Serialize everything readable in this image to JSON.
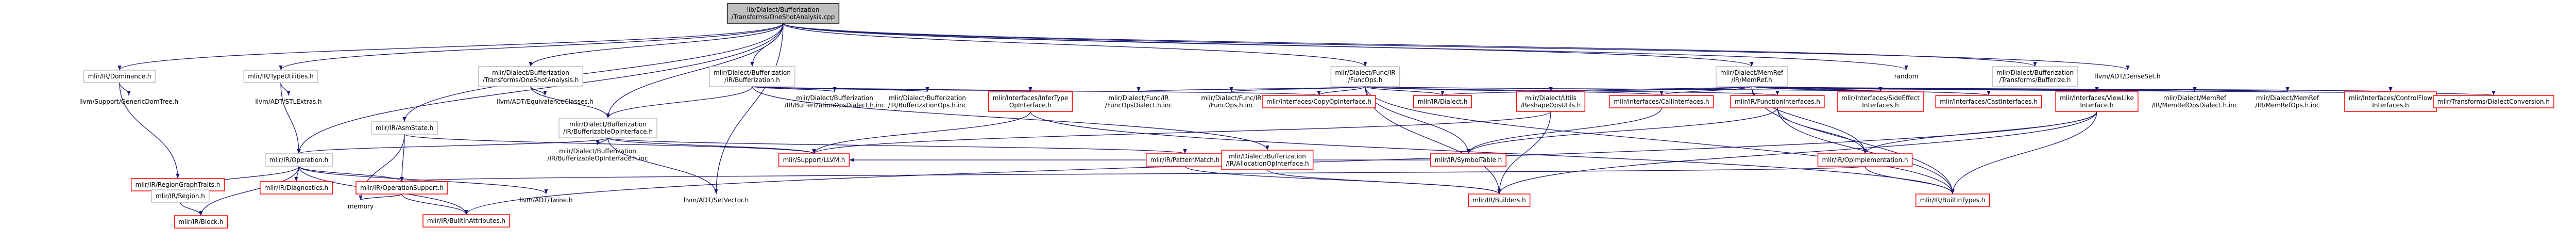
{
  "graph": {
    "root": "n0",
    "colors": {
      "edge": "#191970",
      "node_border": "#bfbfbf",
      "node_missing_border": "#ff0000",
      "root_fill": "#bfbfbf"
    },
    "nodes": [
      {
        "id": "n0",
        "lines": [
          "lib/Dialect/Bufferization",
          "/Transforms/OneShotAnalysis.cpp"
        ],
        "style": "root"
      },
      {
        "id": "n1",
        "lines": [
          "mlir/IR/Dominance.h"
        ],
        "style": "normal"
      },
      {
        "id": "n2",
        "lines": [
          "mlir/IR/RegionGraphTraits.h"
        ],
        "style": "red"
      },
      {
        "id": "n3",
        "lines": [
          "llvm/Support/GenericDomTree.h"
        ],
        "style": "plain"
      },
      {
        "id": "n4",
        "lines": [
          "mlir/IR/TypeUtilities.h"
        ],
        "style": "normal"
      },
      {
        "id": "n5",
        "lines": [
          "llvm/ADT/STLExtras.h"
        ],
        "style": "plain"
      },
      {
        "id": "n6",
        "lines": [
          "mlir/Dialect/Bufferization",
          "/Transforms/OneShotAnalysis.h"
        ],
        "style": "normal"
      },
      {
        "id": "n7",
        "lines": [
          "mlir/Dialect/Bufferization",
          "/IR/Bufferization.h"
        ],
        "style": "normal"
      },
      {
        "id": "n8",
        "lines": [
          "mlir/IR/AsmState.h"
        ],
        "style": "normal"
      },
      {
        "id": "n9",
        "lines": [
          "llvm/ADT/EquivalenceClasses.h"
        ],
        "style": "plain"
      },
      {
        "id": "n10",
        "lines": [
          "mlir/Dialect/Bufferization",
          "/IR/BufferizableOpInterface.h"
        ],
        "style": "normal"
      },
      {
        "id": "n11",
        "lines": [
          "mlir/Dialect/Bufferization",
          "/IR/BufferizationOpsDialect.h.inc"
        ],
        "style": "plain"
      },
      {
        "id": "n12",
        "lines": [
          "mlir/Dialect/Bufferization",
          "/IR/BufferizationOps.h.inc"
        ],
        "style": "plain"
      },
      {
        "id": "n13",
        "lines": [
          "mlir/Interfaces/InferType",
          "OpInterface.h"
        ],
        "style": "red"
      },
      {
        "id": "n14",
        "lines": [
          "mlir/Dialect/Func/IR",
          "/FuncOps.h"
        ],
        "style": "normal"
      },
      {
        "id": "n15",
        "lines": [
          "mlir/Dialect/Func/IR",
          "/FuncOpsDialect.h.inc"
        ],
        "style": "plain"
      },
      {
        "id": "n16",
        "lines": [
          "mlir/Dialect/Func/IR",
          "/FuncOps.h.inc"
        ],
        "style": "plain"
      },
      {
        "id": "n17",
        "lines": [
          "mlir/Interfaces/CopyOpInterface.h"
        ],
        "style": "red"
      },
      {
        "id": "n18",
        "lines": [
          "mlir/IR/Dialect.h"
        ],
        "style": "red"
      },
      {
        "id": "n19",
        "lines": [
          "mlir/Dialect/Utils",
          "/ReshapeOpsUtils.h"
        ],
        "style": "red"
      },
      {
        "id": "n20",
        "lines": [
          "mlir/Dialect/MemRef",
          "/IR/MemRef.h"
        ],
        "style": "normal"
      },
      {
        "id": "n21",
        "lines": [
          "mlir/Interfaces/CallInterfaces.h"
        ],
        "style": "red"
      },
      {
        "id": "n22",
        "lines": [
          "mlir/IR/FunctionInterfaces.h"
        ],
        "style": "red"
      },
      {
        "id": "n23",
        "lines": [
          "mlir/Interfaces/SideEffect",
          "Interfaces.h"
        ],
        "style": "red"
      },
      {
        "id": "n24",
        "lines": [
          "mlir/Interfaces/CastInterfaces.h"
        ],
        "style": "red"
      },
      {
        "id": "n25",
        "lines": [
          "mlir/Interfaces/ViewLike",
          "Interface.h"
        ],
        "style": "red"
      },
      {
        "id": "n26",
        "lines": [
          "mlir/Dialect/MemRef",
          "/IR/MemRefOpsDialect.h.inc"
        ],
        "style": "plain"
      },
      {
        "id": "n27",
        "lines": [
          "mlir/Dialect/MemRef",
          "/IR/MemRefOps.h.inc"
        ],
        "style": "plain"
      },
      {
        "id": "n28",
        "lines": [
          "mlir/Interfaces/ControlFlow",
          "Interfaces.h"
        ],
        "style": "red"
      },
      {
        "id": "n29",
        "lines": [
          "mlir/Transforms/DialectConversion.h"
        ],
        "style": "red"
      },
      {
        "id": "n30",
        "lines": [
          "random"
        ],
        "style": "plain"
      },
      {
        "id": "n31",
        "lines": [
          "mlir/Dialect/Bufferization",
          "/Transforms/Bufferize.h"
        ],
        "style": "normal"
      },
      {
        "id": "n32",
        "lines": [
          "llvm/ADT/DenseSet.h"
        ],
        "style": "plain"
      },
      {
        "id": "n33",
        "lines": [
          "mlir/IR/Operation.h"
        ],
        "style": "normal"
      },
      {
        "id": "n34",
        "lines": [
          "mlir/IR/Region.h"
        ],
        "style": "normal"
      },
      {
        "id": "n35",
        "lines": [
          "mlir/IR/Block.h"
        ],
        "style": "red"
      },
      {
        "id": "n36",
        "lines": [
          "mlir/IR/Diagnostics.h"
        ],
        "style": "red"
      },
      {
        "id": "n37",
        "lines": [
          "mlir/IR/OperationSupport.h"
        ],
        "style": "red"
      },
      {
        "id": "n38",
        "lines": [
          "memory"
        ],
        "style": "plain"
      },
      {
        "id": "n39",
        "lines": [
          "mlir/IR/BuiltinAttributes.h"
        ],
        "style": "red"
      },
      {
        "id": "n40",
        "lines": [
          "llvm/ADT/Twine.h"
        ],
        "style": "plain"
      },
      {
        "id": "n41",
        "lines": [
          "mlir/Support/LLVM.h"
        ],
        "style": "red"
      },
      {
        "id": "n42",
        "lines": [
          "mlir/Dialect/Bufferization",
          "/IR/BufferizableOpInterface.h.inc"
        ],
        "style": "plain"
      },
      {
        "id": "n43",
        "lines": [
          "llvm/ADT/SetVector.h"
        ],
        "style": "plain"
      },
      {
        "id": "n44",
        "lines": [
          "mlir/IR/PatternMatch.h"
        ],
        "style": "red"
      },
      {
        "id": "n45",
        "lines": [
          "mlir/Dialect/Bufferization",
          "/IR/AllocationOpInterface.h"
        ],
        "style": "red"
      },
      {
        "id": "n46",
        "lines": [
          "mlir/IR/SymbolTable.h"
        ],
        "style": "red"
      },
      {
        "id": "n47",
        "lines": [
          "mlir/IR/OpImplementation.h"
        ],
        "style": "red"
      },
      {
        "id": "n48",
        "lines": [
          "mlir/IR/Builders.h"
        ],
        "style": "red"
      },
      {
        "id": "n49",
        "lines": [
          "mlir/IR/BuiltinTypes.h"
        ],
        "style": "red"
      }
    ],
    "edges": [
      [
        "n0",
        "n1"
      ],
      [
        "n0",
        "n4"
      ],
      [
        "n0",
        "n6"
      ],
      [
        "n0",
        "n7"
      ],
      [
        "n0",
        "n8"
      ],
      [
        "n0",
        "n33"
      ],
      [
        "n0",
        "n14"
      ],
      [
        "n0",
        "n20"
      ],
      [
        "n0",
        "n30"
      ],
      [
        "n0",
        "n31"
      ],
      [
        "n0",
        "n32"
      ],
      [
        "n0",
        "n43"
      ],
      [
        "n0",
        "n10"
      ],
      [
        "n1",
        "n2"
      ],
      [
        "n1",
        "n3"
      ],
      [
        "n2",
        "n34"
      ],
      [
        "n4",
        "n5"
      ],
      [
        "n4",
        "n33"
      ],
      [
        "n6",
        "n9"
      ],
      [
        "n6",
        "n10"
      ],
      [
        "n7",
        "n10"
      ],
      [
        "n7",
        "n11"
      ],
      [
        "n7",
        "n12"
      ],
      [
        "n7",
        "n13"
      ],
      [
        "n7",
        "n45"
      ],
      [
        "n7",
        "n17"
      ],
      [
        "n8",
        "n37"
      ],
      [
        "n8",
        "n41"
      ],
      [
        "n8",
        "n38"
      ],
      [
        "n10",
        "n33"
      ],
      [
        "n10",
        "n42"
      ],
      [
        "n10",
        "n43"
      ],
      [
        "n10",
        "n44"
      ],
      [
        "n10",
        "n41"
      ],
      [
        "n13",
        "n41"
      ],
      [
        "n13",
        "n49"
      ],
      [
        "n14",
        "n15"
      ],
      [
        "n14",
        "n16"
      ],
      [
        "n14",
        "n17"
      ],
      [
        "n14",
        "n18"
      ],
      [
        "n14",
        "n21"
      ],
      [
        "n14",
        "n22"
      ],
      [
        "n14",
        "n23"
      ],
      [
        "n14",
        "n46"
      ],
      [
        "n14",
        "n48"
      ],
      [
        "n14",
        "n49"
      ],
      [
        "n20",
        "n19"
      ],
      [
        "n20",
        "n18"
      ],
      [
        "n20",
        "n21"
      ],
      [
        "n20",
        "n24"
      ],
      [
        "n20",
        "n23"
      ],
      [
        "n20",
        "n25"
      ],
      [
        "n20",
        "n26"
      ],
      [
        "n20",
        "n27"
      ],
      [
        "n20",
        "n28"
      ],
      [
        "n20",
        "n29"
      ],
      [
        "n20",
        "n47"
      ],
      [
        "n20",
        "n49"
      ],
      [
        "n19",
        "n41"
      ],
      [
        "n19",
        "n48"
      ],
      [
        "n21",
        "n46"
      ],
      [
        "n22",
        "n46"
      ],
      [
        "n22",
        "n47"
      ],
      [
        "n22",
        "n49"
      ],
      [
        "n25",
        "n47"
      ],
      [
        "n25",
        "n48"
      ],
      [
        "n25",
        "n49"
      ],
      [
        "n25",
        "n39"
      ],
      [
        "n33",
        "n34"
      ],
      [
        "n33",
        "n35"
      ],
      [
        "n33",
        "n36"
      ],
      [
        "n33",
        "n37"
      ],
      [
        "n33",
        "n39"
      ],
      [
        "n33",
        "n40"
      ],
      [
        "n34",
        "n35"
      ],
      [
        "n37",
        "n38"
      ],
      [
        "n37",
        "n39"
      ],
      [
        "n44",
        "n48"
      ],
      [
        "n45",
        "n48"
      ],
      [
        "n46",
        "n41"
      ],
      [
        "n47",
        "n37"
      ],
      [
        "n47",
        "n49"
      ]
    ]
  }
}
